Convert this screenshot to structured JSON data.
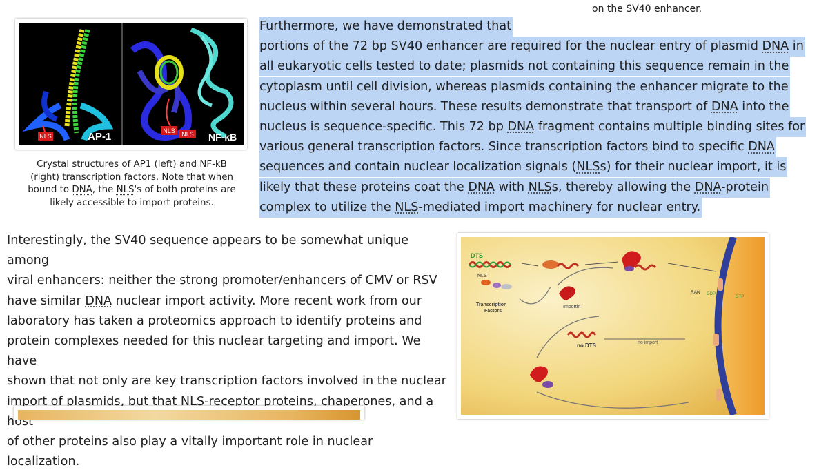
{
  "top_caption": "on the SV40 enhancer.",
  "figure1": {
    "label_left": "AP-1",
    "label_right": "NF-κB",
    "nls_labels": [
      "NLS",
      "NLS",
      "NLS"
    ],
    "caption": [
      "Crystal structures of AP1 (left) and NF-kB",
      "(right) transcription factors. Note that when",
      [
        "bound to ",
        "DNA",
        ", the ",
        "NLS",
        "'s of both proteins are"
      ],
      "likely accessible to import proteins."
    ]
  },
  "paragraph1": [
    [
      "Furthermore, we have demonstrated that"
    ],
    [
      "portions of the 72 bp SV40 enhancer are required for the nuclear entry of plasmid ",
      "DNA",
      " in"
    ],
    [
      "all eukaryotic cells tested to date; plasmids not containing this sequence remain in the"
    ],
    [
      "cytoplasm until cell division, whereas plasmids containing the enhancer migrate to the"
    ],
    [
      "nucleus within several hours. These results demonstrate that transport of ",
      "DNA",
      " into the"
    ],
    [
      "nucleus is sequence-specific. This 72 bp ",
      "DNA",
      " fragment contains multiple binding sites for"
    ],
    [
      "various general transcription factors. Since transcription factors bind to specific ",
      "DNA"
    ],
    [
      "sequences and contain nuclear localization signals (",
      "NLS",
      "s) for their nuclear import, it is"
    ],
    [
      "likely that these proteins coat the ",
      "DNA",
      " with ",
      "NLS",
      "s, thereby allowing the ",
      "DNA",
      "-protein"
    ],
    [
      "complex to utilize the ",
      "NLS",
      "-mediated import machinery for nuclear entry."
    ]
  ],
  "paragraph2": [
    [
      "Interestingly, the SV40 sequence appears to be somewhat unique among"
    ],
    [
      "viral enhancers: neither the strong promoter/enhancers of CMV or RSV"
    ],
    [
      "have similar ",
      "DNA",
      " nuclear import activity. More recent work from our"
    ],
    [
      "laboratory has taken a proteomics approach to identify proteins and"
    ],
    [
      "protein complexes needed for this nuclear targeting and import. We have"
    ],
    [
      "shown that not only are key transcription factors involved in the nuclear"
    ],
    [
      "import of plasmids, but that ",
      "NLS",
      "-receptor proteins, chaperones, and a host"
    ],
    [
      "of other proteins also play a vitally important role in nuclear localization."
    ]
  ],
  "figure2": {
    "labels": {
      "dts": "DTS",
      "nls": "NLS",
      "tf1": "Transcription",
      "tf2": "Factors",
      "importin": "Importin",
      "no_dts": "no DTS",
      "no_import": "no import",
      "ran": "RAN",
      "gdp": "GDP",
      "gtp": "GTP"
    }
  }
}
